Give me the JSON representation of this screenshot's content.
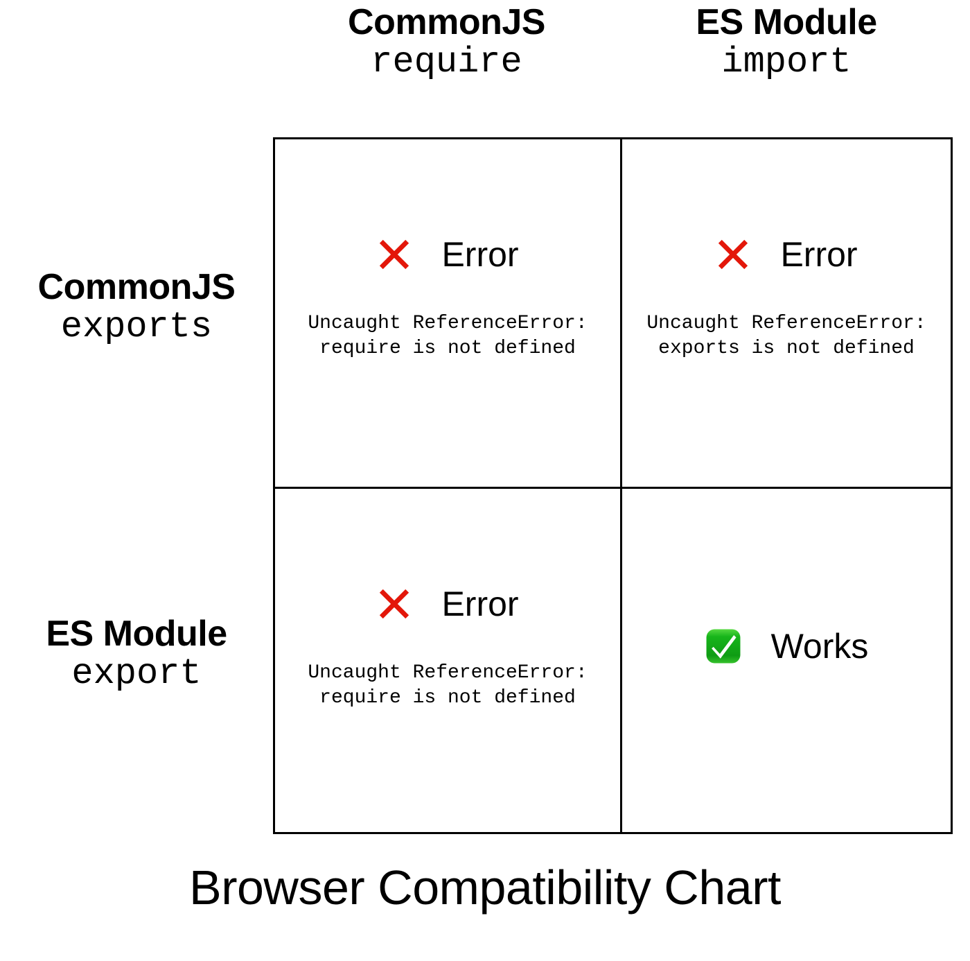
{
  "caption": "Browser Compatibility Chart",
  "colors": {
    "error": "#e3170a",
    "success": "#17b51b",
    "success_check": "#ffffff",
    "grid_line": "#000000",
    "text": "#000000",
    "background": "#ffffff"
  },
  "columns": [
    {
      "title": "CommonJS",
      "syntax": "require"
    },
    {
      "title": "ES Module",
      "syntax": "import"
    }
  ],
  "rows": [
    {
      "title": "CommonJS",
      "syntax": "exports"
    },
    {
      "title": "ES Module",
      "syntax": "export"
    }
  ],
  "cells": [
    {
      "row": "CommonJS exports",
      "column": "CommonJS require",
      "icon": "red-x-icon",
      "status": "Error",
      "detail": "Uncaught ReferenceError:\nrequire is not defined"
    },
    {
      "row": "CommonJS exports",
      "column": "ES Module import",
      "icon": "red-x-icon",
      "status": "Error",
      "detail": "Uncaught ReferenceError:\nexports is not defined"
    },
    {
      "row": "ES Module export",
      "column": "CommonJS require",
      "icon": "red-x-icon",
      "status": "Error",
      "detail": "Uncaught ReferenceError:\nrequire is not defined"
    },
    {
      "row": "ES Module export",
      "column": "ES Module import",
      "icon": "green-check-icon",
      "status": "Works",
      "detail": ""
    }
  ],
  "chart_data": {
    "type": "table",
    "title": "Browser Compatibility Chart",
    "xlabel": "",
    "ylabel": "",
    "column_headers": [
      "CommonJS require",
      "ES Module import"
    ],
    "row_headers": [
      "CommonJS exports",
      "ES Module export"
    ],
    "values": [
      [
        "Error",
        "Error"
      ],
      [
        "Error",
        "Works"
      ]
    ],
    "annotations": [
      "Uncaught ReferenceError: require is not defined",
      "Uncaught ReferenceError: exports is not defined",
      "Uncaught ReferenceError: require is not defined",
      ""
    ],
    "legend": [
      "Error",
      "Works"
    ]
  }
}
